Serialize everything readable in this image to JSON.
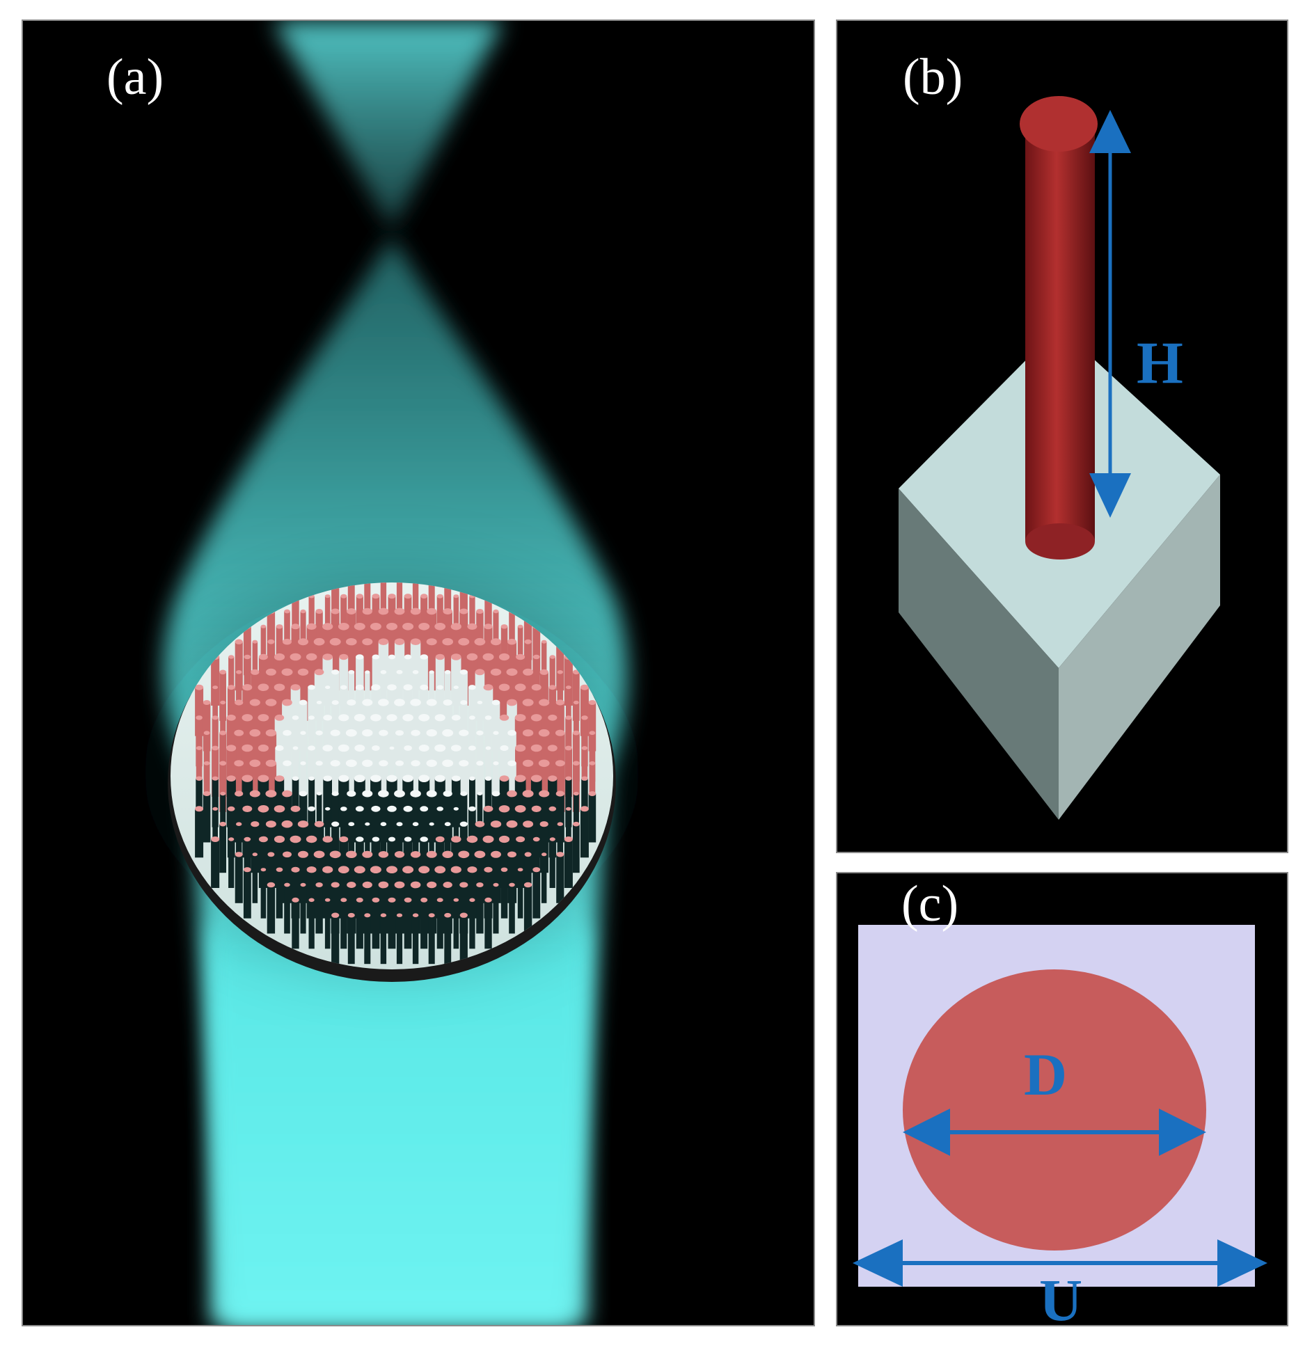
{
  "panels": {
    "a": {
      "label": "(a)"
    },
    "b": {
      "label": "(b)",
      "height_label": "H"
    },
    "c": {
      "label": "(c)",
      "diameter_label": "D",
      "period_label": "U"
    }
  },
  "colors": {
    "beam": "#5ff0ee",
    "pillar": "#a82a2e",
    "substrate_top": "#c5dedd",
    "substrate_left": "#6a7a78",
    "substrate_right": "#a4b6b4",
    "unit_cell": "#d4d2f2",
    "pillar_top_view": "#c96060",
    "dimension_arrow": "#1a70c0"
  }
}
